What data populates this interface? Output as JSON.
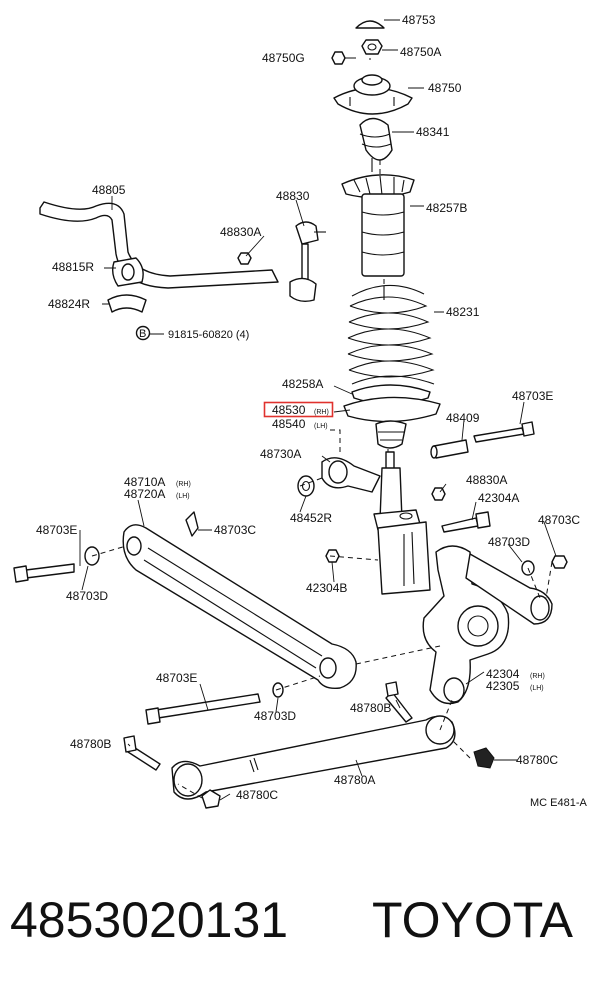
{
  "callouts": {
    "p48753": "48753",
    "p48750g": "48750G",
    "p48750a": "48750A",
    "p48750": "48750",
    "p48341": "48341",
    "p48805": "48805",
    "p48830": "48830",
    "p48257b": "48257B",
    "p48830a_top": "48830A",
    "p48815r": "48815R",
    "p48231": "48231",
    "p48824r": "48824R",
    "p91815": "91815-60820 (4)",
    "p48258a": "48258A",
    "p48530": "48530",
    "p48540": "48540",
    "p48703e_top": "48703E",
    "p48409": "48409",
    "p48730a": "48730A",
    "p48830a_mid": "48830A",
    "p48710a": "48710A",
    "p48720a": "48720A",
    "p42304a": "42304A",
    "p48452r": "48452R",
    "p48703e_left": "48703E",
    "p48703c_mid": "48703C",
    "p48703c_right": "48703C",
    "p48703d_right": "48703D",
    "p42304b": "42304B",
    "p48703d_left": "48703D",
    "p42304": "42304",
    "p42305": "42305",
    "p48703e_low": "48703E",
    "p48703d_low": "48703D",
    "p48780b_right": "48780B",
    "p48780b_left": "48780B",
    "p48780c_right": "48780C",
    "p48780a": "48780A",
    "p48780c_low": "48780C"
  },
  "side_marks": {
    "rh": "(RH)",
    "lh": "(LH)",
    "bolt_mark": "B"
  },
  "highlight": {
    "part_number": "48530",
    "color": "#e0322e"
  },
  "diagram_ref": "MC E481-A",
  "footer": {
    "part_number": "4853020131",
    "brand": "TOYOTA"
  }
}
